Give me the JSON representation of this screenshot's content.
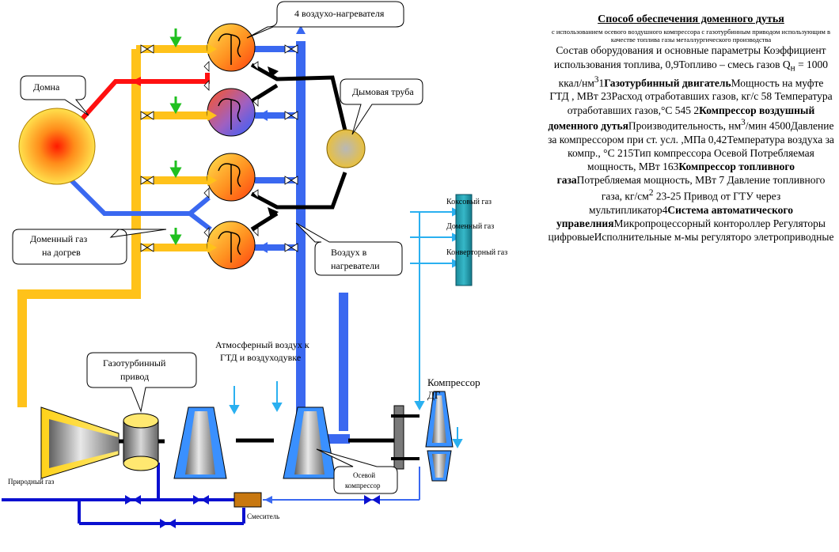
{
  "labels": {
    "heaters_callout": "4 воздухо-нагревателя",
    "furnace": "Домна",
    "chimney": "Дымовая труба",
    "blast_gas_line1": "Доменный газ",
    "blast_gas_line2": "на догрев",
    "air_line1": "Воздух   в",
    "air_line2": "нагреватели",
    "coke_gas": "Коксовый газ",
    "domain_gas": "Доменный газ",
    "converter_gas": "Конвертор­ный газ",
    "atm_air_line1": "Атмосферный воздух к",
    "atm_air_line2": "ГТД и  воздуходувке",
    "gt_drive_line1": "Газотурбинный",
    "gt_drive_line2": "привод",
    "compressor_dg_line1": "Компрессор",
    "compressor_dg_line2": "ДГ",
    "axial_line1": "Осевой",
    "axial_line2": "компрессор",
    "natural_gas": "Природный газ",
    "mixer": "Смеситель"
  },
  "sidebar": {
    "title": "Способ обеспечения доменного дутья",
    "subtitle": "с использованием осевого воздушного компрессора с газотурбинным приводом использующим в качестве топлива газы металлургического производства",
    "s1": "Состав оборудования и основные параметры Коэффициент использования топлива, 0,9",
    "s2": "Топливо – смесь газов Q",
    "s2_sub": "н",
    "s2b": " = 1000 ккал/нм",
    "s2_sup": "3",
    "s3_num": "1",
    "s3_bold": "Газотурбинный двигатель",
    "s4": "Мощность на муфте ГТД , МВт                  23",
    "s5": "Расход отработавших газов, кг/с                 58",
    "s6": "     Температура отработавших газов,°С       545",
    "s7_num": "   2",
    "s7_bold": "Компрессор воздушный  доменного дутья",
    "s8": "Производительность, нм",
    "s8_sup": "3",
    "s8b": "/мин                4500",
    "s9": "Давление за компрессором при ст. усл. ,МПа          0,42",
    "s10": "Температура воздуха  за компр., °С       215",
    "s11": "Тип компрессора               Осевой ",
    "s12": "Потребляемая мощность, МВт          163",
    "s13_bold": "Компрессор  топливного  газа",
    "s14": "Потребляемая мощность, МВт                  7  ",
    "s15": "Давление топливного газа, кг/см",
    "s15_sup": "2",
    "s15b": "          23-25 ",
    "s16": "Привод от ГТУ через мультипликатор",
    "s17_num": "4",
    "s17_bold": "Система автоматического управелния",
    "s18": "Микропроцессорный контороллер",
    "s19": "  Регуляторы цифровые",
    "s20": "Исполнительные м-мы регуляторо элетроприводные"
  }
}
